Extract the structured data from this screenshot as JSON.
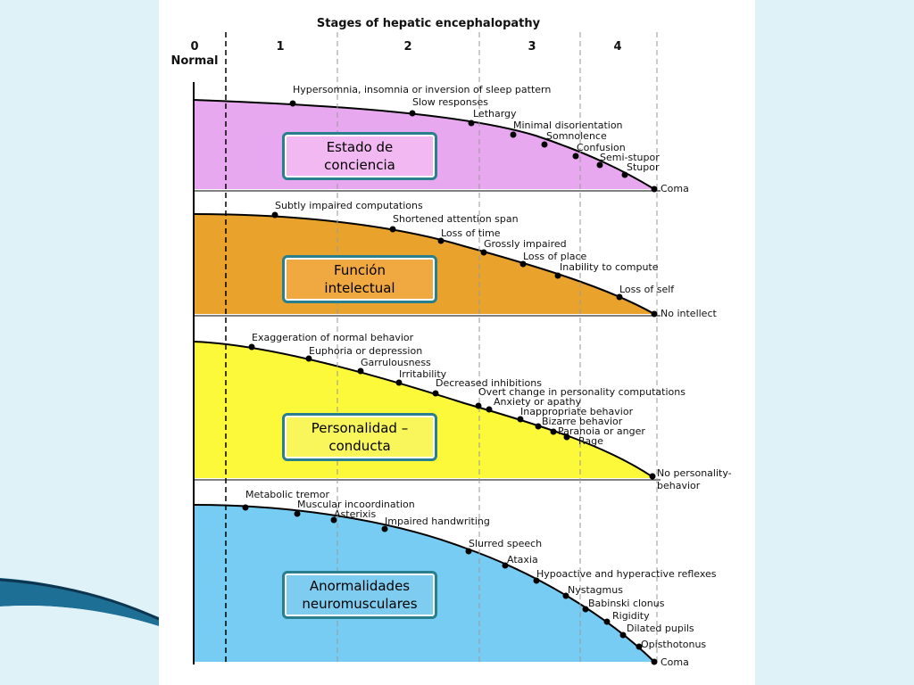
{
  "title": "Stages of hepatic encephalopathy",
  "stages": [
    {
      "num": "0",
      "sub": "Normal"
    },
    {
      "num": "1",
      "sub": ""
    },
    {
      "num": "2",
      "sub": ""
    },
    {
      "num": "3",
      "sub": ""
    },
    {
      "num": "4",
      "sub": ""
    }
  ],
  "bands": [
    {
      "box_label_line1": "Estado de",
      "box_label_line2": "conciencia",
      "fill": "#e8a8f0",
      "box_fill": "#f2b8f2",
      "points": [
        "Hypersomnia, insomnia or inversion of sleep pattern",
        "Slow responses",
        "Lethargy",
        "Minimal disorientation",
        "Somnolence",
        "Confusion",
        "Semi-stupor",
        "Stupor",
        "Coma"
      ]
    },
    {
      "box_label_line1": "Función",
      "box_label_line2": "intelectual",
      "fill": "#e9a32c",
      "box_fill": "#f0a840",
      "points": [
        "Subtly impaired computations",
        "Shortened attention span",
        "Loss of time",
        "Grossly impaired",
        "Loss of place",
        "Inability to compute",
        "Loss of self",
        "No intellect"
      ]
    },
    {
      "box_label_line1": "Personalidad –",
      "box_label_line2": "conducta",
      "fill": "#fbf93a",
      "box_fill": "#f8f65a",
      "points": [
        "Exaggeration of normal behavior",
        "Euphoria or depression",
        "Garrulousness",
        "Irritability",
        "Decreased inhibitions",
        "Overt change in personality computations",
        "Anxiety or apathy",
        "Inappropriate behavior",
        "Bizarre behavior",
        "Paranoia or anger",
        "Rage",
        "No personality-",
        "behavior"
      ]
    },
    {
      "box_label_line1": "Anormalidades",
      "box_label_line2": "neuromusculares",
      "fill": "#76ccf2",
      "box_fill": "#7ecdf0",
      "points": [
        "Metabolic tremor",
        "Muscular incoordination",
        "Asterixis",
        "Impaired handwriting",
        "Slurred speech",
        "Ataxia",
        "Hypoactive and hyperactive reflexes",
        "Nystagmus",
        "Babinski clonus",
        "Rigidity",
        "Dilated pupils",
        "Opisthotonus",
        "Coma"
      ]
    }
  ]
}
